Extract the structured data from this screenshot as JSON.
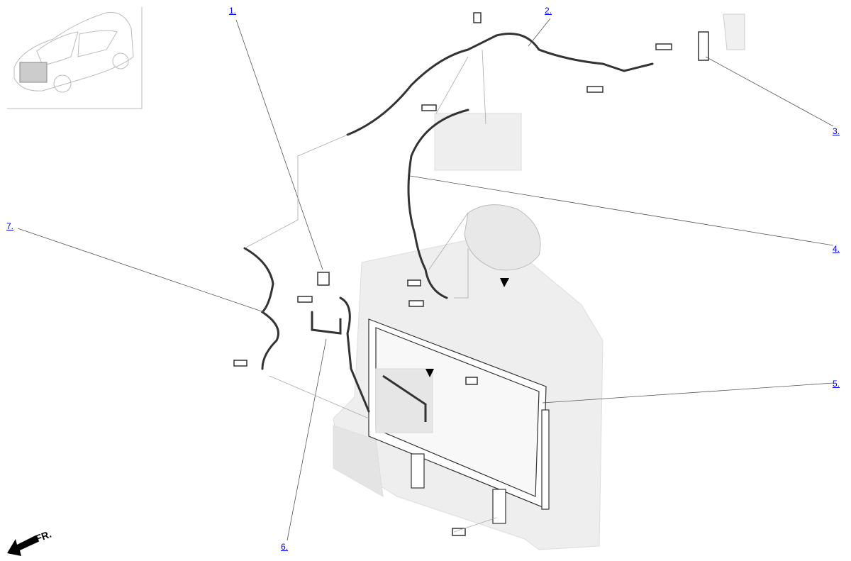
{
  "diagram": {
    "callouts": [
      {
        "id": "1",
        "label": "1."
      },
      {
        "id": "2",
        "label": "2."
      },
      {
        "id": "3",
        "label": "3."
      },
      {
        "id": "4",
        "label": "4."
      },
      {
        "id": "5",
        "label": "5."
      },
      {
        "id": "6",
        "label": "6."
      },
      {
        "id": "7",
        "label": "7."
      }
    ],
    "direction_label": "FR.",
    "link_color": "#0000ee",
    "line_color": "#333333",
    "ghost_color": "#e6e6e6"
  }
}
